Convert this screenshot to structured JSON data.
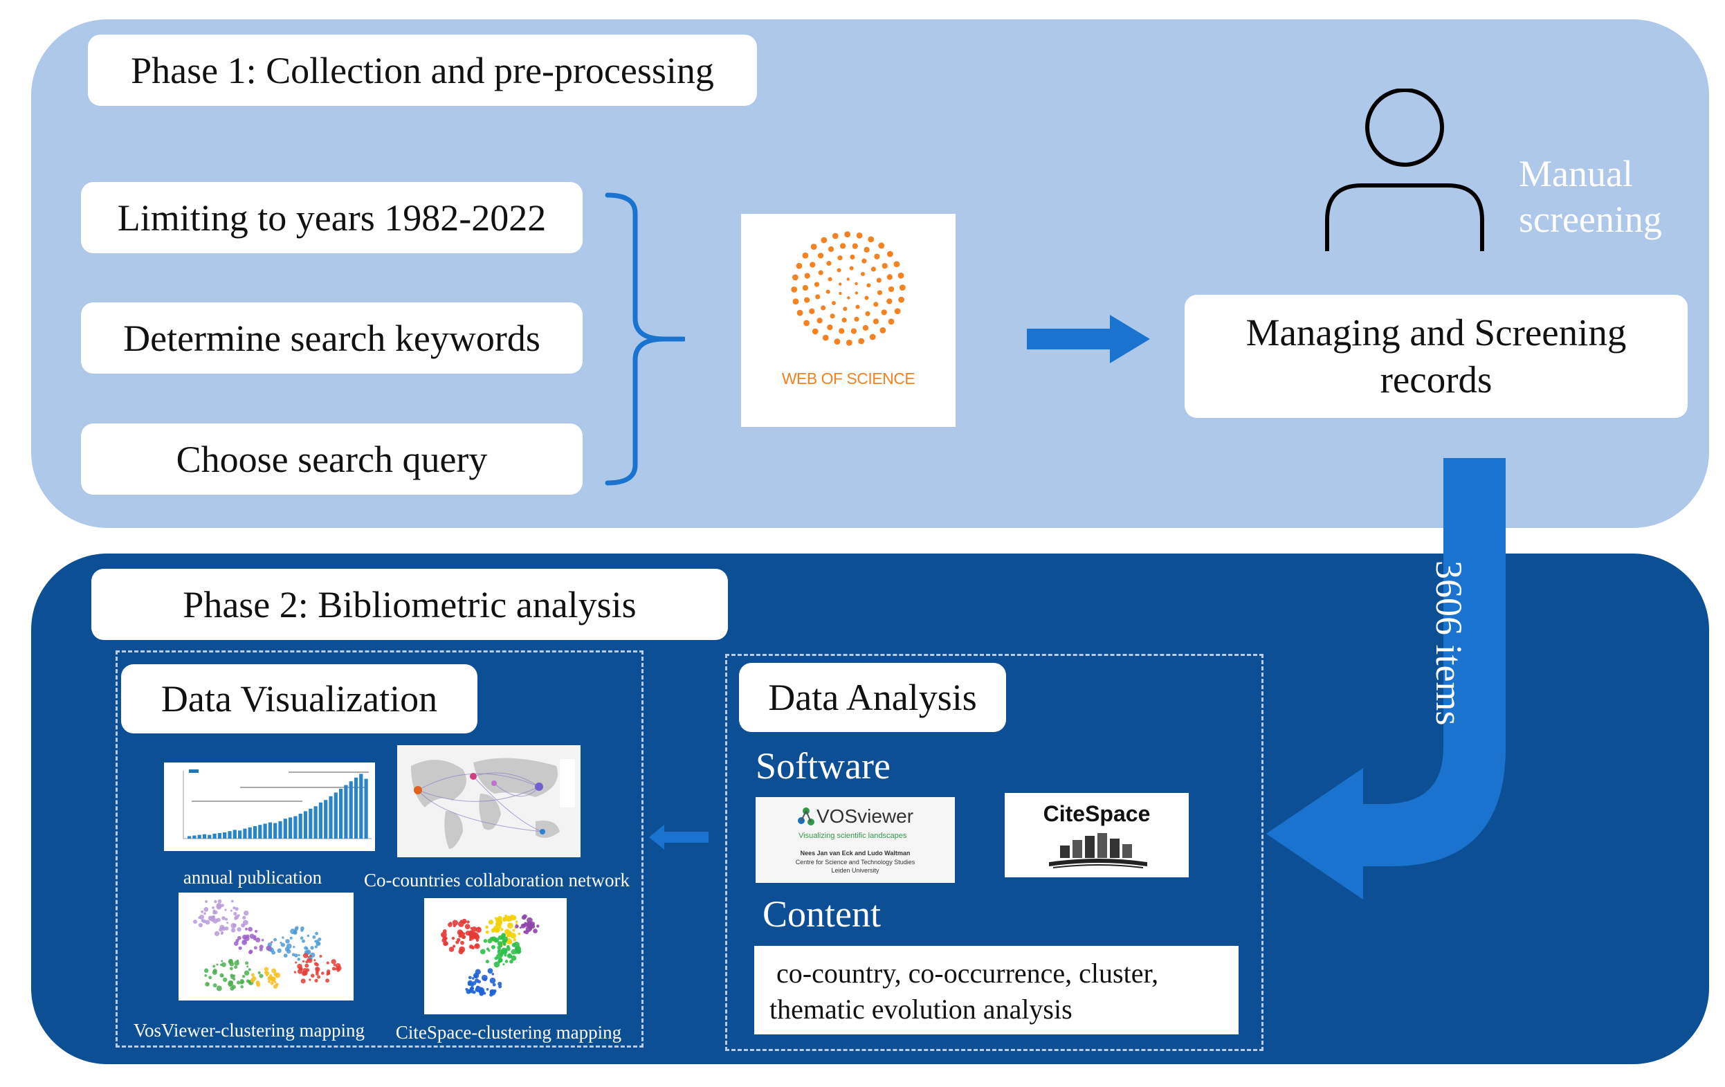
{
  "phase1": {
    "title": "Phase 1: Collection and pre-processing",
    "steps": [
      "Limiting to years 1982-2022",
      "Determine search keywords",
      "Choose search query"
    ],
    "wos_logo_text": "WEB OF SCIENCE",
    "manual_screening_label": [
      "Manual",
      "screening"
    ],
    "managing_box": [
      "Managing and Screening",
      "records"
    ],
    "items_count_label": "3606 items"
  },
  "phase2": {
    "title": "Phase 2: Bibliometric analysis",
    "data_visualization": {
      "title": "Data Visualization",
      "captions": {
        "annual": "annual publication",
        "cocountries": "Co-countries collaboration network",
        "vos": "VosViewer-clustering mapping",
        "cite": "CiteSpace-clustering mapping"
      }
    },
    "data_analysis": {
      "title": "Data Analysis",
      "software_label": "Software",
      "vosviewer_logo": {
        "name": "VOSviewer",
        "tagline": "Visualizing scientific landscapes",
        "credit1": "Nees Jan van Eck and Ludo Waltman",
        "credit2": "Centre for Science and Technology Studies",
        "credit3": "Leiden University"
      },
      "citespace_logo": "CiteSpace",
      "content_label": "Content",
      "content_text": [
        "co-country, co-occurrence, cluster,",
        "thematic evolution analysis"
      ]
    }
  },
  "colors": {
    "phase1_bg": "#aec8e9",
    "phase2_bg": "#0d4f95",
    "arrow": "#1a74cf",
    "wos_orange": "#f48221"
  }
}
